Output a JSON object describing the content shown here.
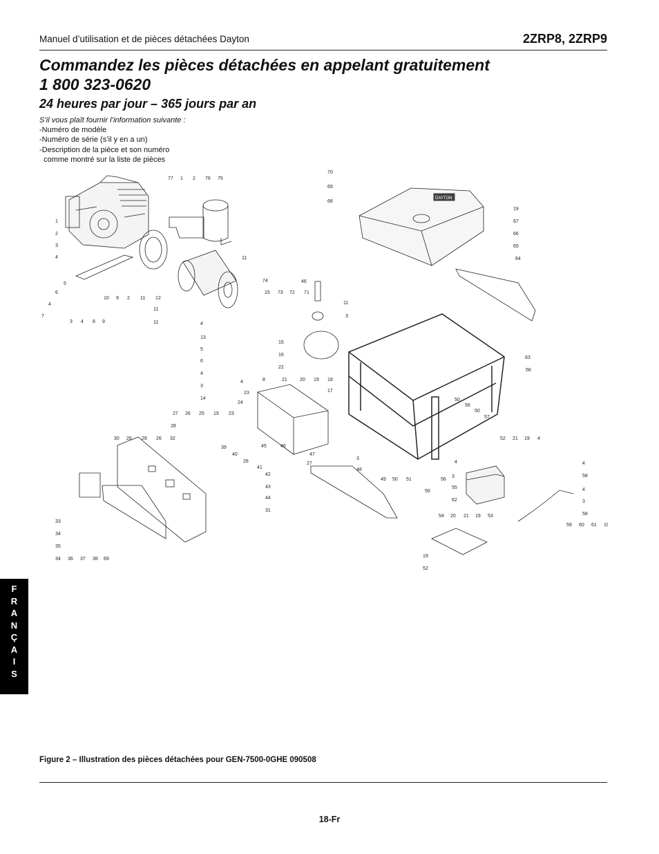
{
  "header": {
    "manual_title": "Manuel d’utilisation et de pièces détachées Dayton",
    "models": "2ZRP8, 2ZRP9"
  },
  "order": {
    "title_line1": "Commandez les pièces détachées en appelant gratuitement",
    "title_line2": "1 800 323-0620",
    "hours": "24 heures par jour – 365 jours par an",
    "info_lead": "S’il vous plaît fournir l’information suivante :",
    "info_items": [
      "-Numéro de modèle",
      "-Numéro de série (s’il y en a un)",
      "-Description de la pièce et son numéro",
      "  comme montré sur la liste de pièces"
    ]
  },
  "diagram": {
    "tank_brand": "DAYTON",
    "labels": [
      "77",
      "1",
      "2",
      "76",
      "75",
      "1",
      "2",
      "3",
      "4",
      "5",
      "6",
      "4",
      "7",
      "3",
      "4",
      "8",
      "9",
      "10",
      "9",
      "2",
      "11",
      "12",
      "11",
      "11",
      "11",
      "74",
      "15",
      "73",
      "72",
      "46",
      "71",
      "11",
      "3",
      "4",
      "13",
      "5",
      "6",
      "4",
      "3",
      "14",
      "15",
      "16",
      "22",
      "4",
      "8",
      "21",
      "20",
      "19",
      "18",
      "17",
      "23",
      "24",
      "27",
      "26",
      "25",
      "19",
      "23",
      "28",
      "39",
      "40",
      "28",
      "41",
      "45",
      "46",
      "47",
      "27",
      "42",
      "43",
      "44",
      "31",
      "30",
      "26",
      "29",
      "26",
      "32",
      "33",
      "34",
      "35",
      "34",
      "36",
      "37",
      "38",
      "69",
      "70",
      "69",
      "68",
      "19",
      "67",
      "66",
      "65",
      "64",
      "63",
      "56",
      "50",
      "56",
      "50",
      "57",
      "52",
      "21",
      "19",
      "4",
      "3",
      "48",
      "49",
      "50",
      "51",
      "50",
      "56",
      "4",
      "3",
      "55",
      "62",
      "4",
      "58",
      "4",
      "3",
      "58",
      "59",
      "60",
      "61",
      "19",
      "54",
      "20",
      "21",
      "19",
      "53",
      "19",
      "52"
    ]
  },
  "language_tab": [
    "F",
    "R",
    "A",
    "N",
    "Ç",
    "A",
    "I",
    "S"
  ],
  "caption": "Figure 2 – Illustration des pièces détachées pour GEN-7500-0GHE 090508",
  "page_number": "18-Fr"
}
